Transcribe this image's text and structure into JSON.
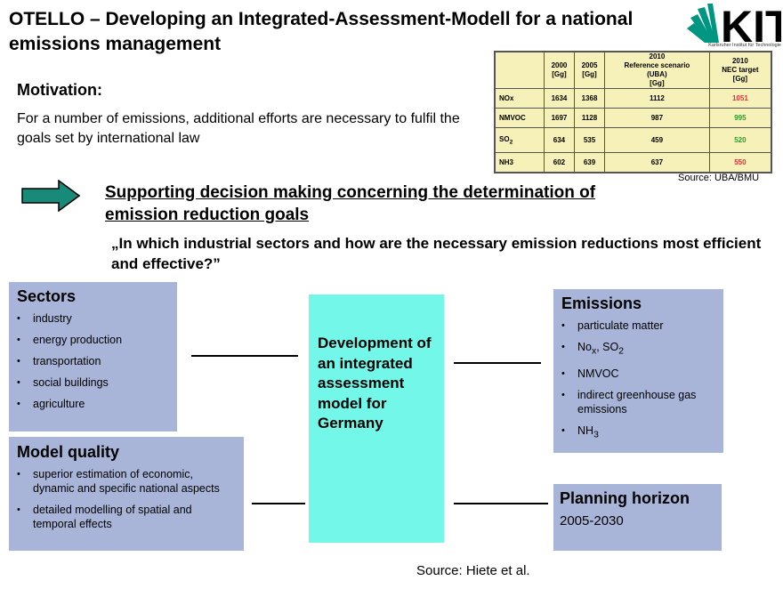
{
  "title": "OTELLO – Developing an Integrated-Assessment-Modell for a national emissions management",
  "logo": {
    "text": "KIT",
    "subtext": "Karlsruher Institut für Technologie"
  },
  "uba_table": {
    "headers": [
      "",
      "2000 [Gg]",
      "2005 [Gg]",
      "2010 Reference scenario (UBA) [Gg]",
      "2010 NEC target [Gg]"
    ],
    "header_lines": [
      [],
      [
        "2000",
        "[Gg]"
      ],
      [
        "2005",
        "[Gg]"
      ],
      [
        "2010",
        "Reference scenario",
        "(UBA)",
        "[Gg]"
      ],
      [
        "2010",
        "NEC target",
        "[Gg]"
      ]
    ],
    "rows": [
      {
        "label": "NOx",
        "v2000": "1634",
        "v2005": "1368",
        "ref2010": "1112",
        "nec2010": "1051",
        "nec_color": "#e0303a"
      },
      {
        "label": "NMVOC",
        "v2000": "1697",
        "v2005": "1128",
        "ref2010": "987",
        "nec2010": "995",
        "nec_color": "#2a9a2a"
      },
      {
        "label": "SO",
        "label_sub": "2",
        "v2000": "634",
        "v2005": "535",
        "ref2010": "459",
        "nec2010": "520",
        "nec_color": "#2a9a2a"
      },
      {
        "label": "NH3",
        "v2000": "602",
        "v2005": "639",
        "ref2010": "637",
        "nec2010": "550",
        "nec_color": "#e0303a"
      }
    ],
    "source": "Source: UBA/BMU"
  },
  "motivation": {
    "heading": "Motivation:",
    "text": "For a number of emissions, additional efforts are necessary to fulfil the goals set by international law"
  },
  "support_heading": "Supporting decision making concerning the determination of emission reduction goals",
  "question": "„In which industrial sectors and how are the necessary emission reductions most efficient and effective?”",
  "sectors": {
    "heading": "Sectors",
    "items": [
      "industry",
      "energy production",
      "transportation",
      "social buildings",
      "agriculture"
    ]
  },
  "model_quality": {
    "heading": "Model quality",
    "items": [
      "superior estimation of economic, dynamic and specific national aspects",
      "detailed modelling of spatial and temporal effects"
    ]
  },
  "center": {
    "text": "Development of an integrated assessment model for Germany"
  },
  "emissions": {
    "heading": "Emissions",
    "items": [
      {
        "text": "particulate matter"
      },
      {
        "base": "No",
        "sub1": "x",
        "mid": ", SO",
        "sub2": "2"
      },
      {
        "text": "NMVOC"
      },
      {
        "text": "indirect greenhouse gas emissions"
      },
      {
        "base": "NH",
        "sub1": "3"
      }
    ]
  },
  "planning": {
    "heading": "Planning horizon",
    "value": "2005-2030"
  },
  "source_bottom": "Source: Hiete et al.",
  "colors": {
    "box_blue": "#a9b5d8",
    "center_cyan": "#72f7e8",
    "arrow_teal": "#188a7a",
    "table_bg": "#f6f1b8",
    "kit_green": "#009682"
  }
}
